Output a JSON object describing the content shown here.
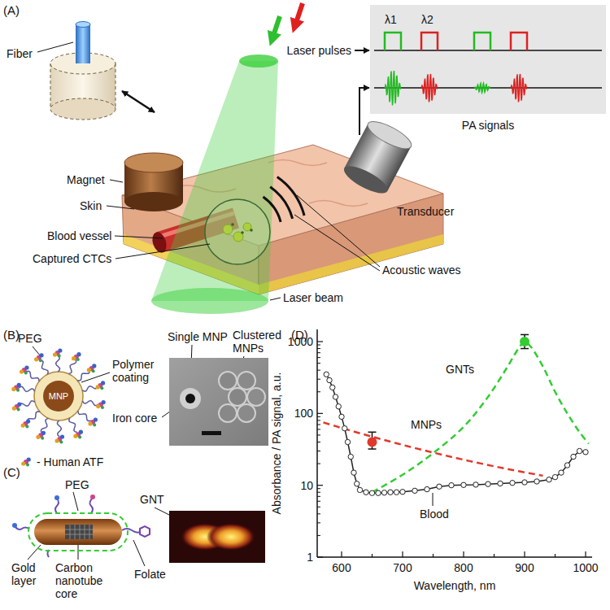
{
  "diagram": {
    "nodes": [
      {
        "text": [
          "λ1",
          "λ2"
        ]
      },
      {
        "text": [
          "MNP"
        ]
      }
    ],
    "labels": [
      "(A)",
      "Fiber",
      "Laser pulses",
      "PA signals",
      "Magnet",
      "Skin",
      "Transducer",
      "Blood vessel",
      "Acoustic waves",
      "Captured CTCs",
      "Laser beam",
      "(B)",
      "PEG",
      "Single MNP",
      "Clustered MNPs",
      "Polymer coating",
      "Iron core",
      "- Human ATF",
      "(C)",
      "PEG",
      "GNT",
      "Gold layer",
      "Carbon nanotube core",
      "Folate",
      "(D)",
      "1000",
      "100",
      "10",
      "1",
      "Absorbance / PA signal, a.u.",
      "GNTs",
      "MNPs",
      "Blood",
      "600",
      "700",
      "800",
      "900",
      "1000",
      "Wavelength, nm"
    ]
  }
}
